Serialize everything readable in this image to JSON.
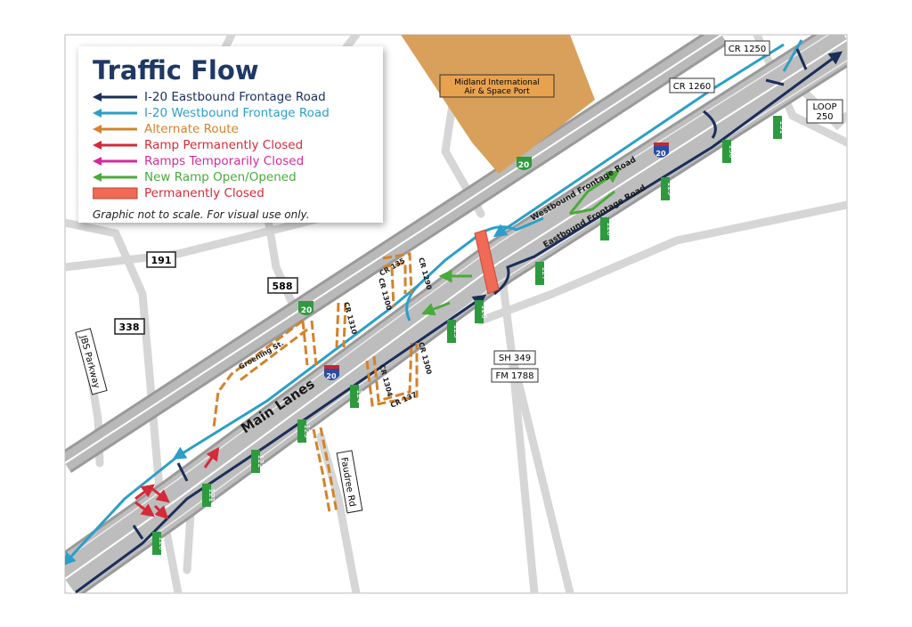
{
  "legend": {
    "title": "Traffic Flow",
    "items": [
      {
        "label": "I-20 Eastbound Frontage Road",
        "color": "#1a2e5a",
        "icon": "arrow-left-icon"
      },
      {
        "label": "I-20 Westbound Frontage Road",
        "color": "#2b9fc8",
        "icon": "arrow-left-icon"
      },
      {
        "label": "Alternate Route",
        "color": "#d4822b",
        "icon": "arrow-left-icon"
      },
      {
        "label": "Ramp Permanently Closed",
        "color": "#d42a3a",
        "icon": "arrow-left-icon"
      },
      {
        "label": "Ramps Temporarily Closed",
        "color": "#d42a9c",
        "icon": "arrow-left-icon"
      },
      {
        "label": "New Ramp Open/Opened",
        "color": "#4aaa3a",
        "icon": "arrow-left-icon"
      },
      {
        "label": "Permanently Closed",
        "color": "#f06a55",
        "icon": "closure-bar-icon"
      }
    ],
    "note": "Graphic not to scale. For visual use only."
  },
  "places": {
    "airport": [
      "Midland International",
      "Air & Space Port"
    ],
    "cr_1250": "CR 1250",
    "cr_1260": "CR 1260",
    "loop_250": [
      "LOOP",
      "250"
    ],
    "route_191": "191",
    "route_588": "588",
    "route_338": "338",
    "jbs_parkway": "JBS Parkway",
    "sh_349": "SH 349",
    "fm_1788": "FM 1788",
    "faudree_rd": "Faudree Rd"
  },
  "road_labels": {
    "main_lanes": "Main Lanes",
    "westbound_frontage": "Westbound Frontage Road",
    "eastbound_frontage": "Eastbound Frontage Road",
    "groening": "Groening St.",
    "cr_135": "CR 135",
    "cr_1290": "CR 1290",
    "cr_1300_a": "CR 1300",
    "cr_1310": "CR 1310",
    "cr_1300_b": "CR 1300",
    "cr_1304": "CR 1304",
    "cr_137": "CR 137"
  },
  "shields": {
    "i20": "20"
  },
  "mile_markers": [
    "120",
    "121",
    "122",
    "123",
    "124",
    "125",
    "126",
    "127",
    "128",
    "129",
    "130",
    "131"
  ],
  "colors": {
    "eastbound": "#1a2e5a",
    "westbound": "#2b9fc8",
    "alternate": "#d4822b",
    "ramp_closed": "#d42a3a",
    "new_ramp": "#4aaa3a",
    "closed_bar": "#f06a55",
    "airport": "#d9a05b",
    "marker": "#2e9a3e"
  }
}
